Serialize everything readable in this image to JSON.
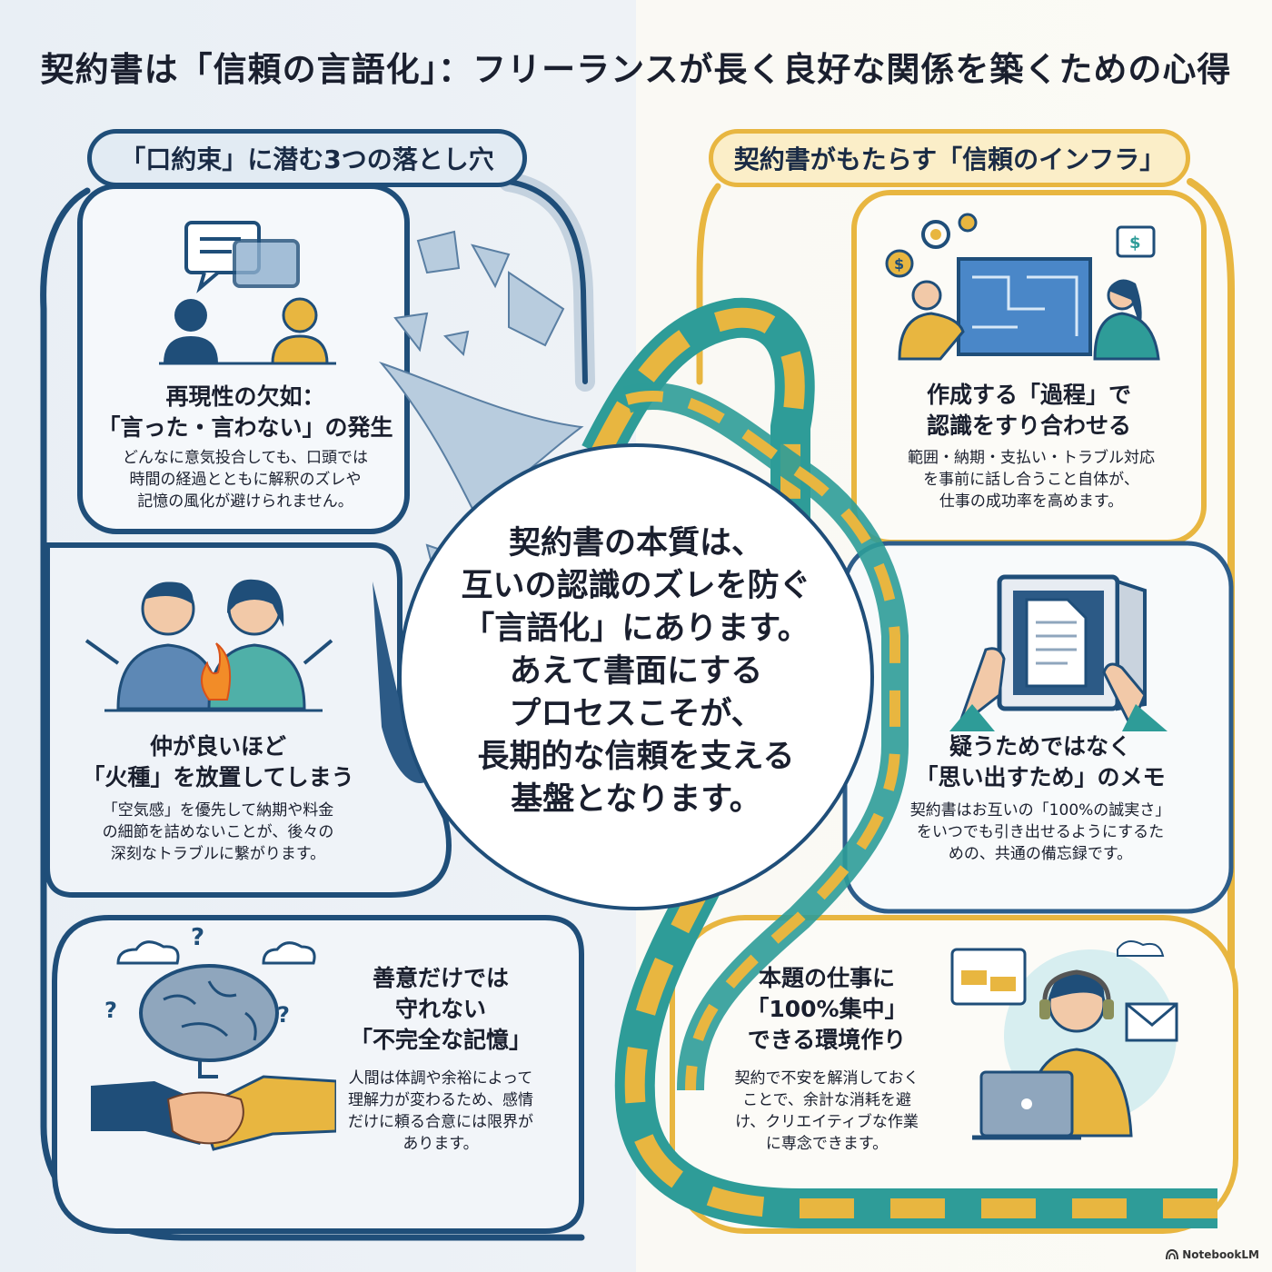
{
  "title": "契約書は「信頼の言語化」：フリーランスが長く良好な関係を築くための心得",
  "left": {
    "header": "「口約束」に潜む3つの落とし穴",
    "items": [
      {
        "title_l1": "再現性の欠如：",
        "title_l2": "「言った・言わない」の発生",
        "body": [
          "どんなに意気投合しても、口頭では",
          "時間の経過とともに解釈のズレや",
          "記憶の風化が避けられません。"
        ]
      },
      {
        "title_l1": "仲が良いほど",
        "title_l2": "「火種」を放置してしまう",
        "body": [
          "「空気感」を優先して納期や料金",
          "の細節を詰めないことが、後々の",
          "深刻なトラブルに繋がります。"
        ]
      },
      {
        "title_l1": "善意だけでは",
        "title_l2": "守れない",
        "title_l3": "「不完全な記憶」",
        "body": [
          "人間は体調や余裕によって",
          "理解力が変わるため、感情",
          "だけに頼る合意には限界が",
          "あります。"
        ]
      }
    ]
  },
  "right": {
    "header": "契約書がもたらす「信頼のインフラ」",
    "items": [
      {
        "title_l1": "作成する「過程」で",
        "title_l2": "認識をすり合わせる",
        "body": [
          "範囲・納期・支払い・トラブル対応",
          "を事前に話し合うこと自体が、",
          "仕事の成功率を高めます。"
        ]
      },
      {
        "title_l1": "疑うためではなく",
        "title_l2": "「思い出すため」のメモ",
        "body": [
          "契約書はお互いの「100%の誠実さ」",
          "をいつでも引き出せるようにするた",
          "めの、共通の備忘録です。"
        ]
      },
      {
        "title_l1": "本題の仕事に",
        "title_l2": "「100%集中」",
        "title_l3": "できる環境作り",
        "body": [
          "契約で不安を解消しておく",
          "ことで、余計な消耗を避",
          "け、クリエイティブな作業",
          "に専念できます。"
        ]
      }
    ]
  },
  "center": {
    "lines": [
      "契約書の本質は、",
      "互いの認識のズレを防ぐ",
      "「言語化」にあります。",
      "あえて書面にする",
      "プロセスこそが、",
      "長期的な信頼を支える",
      "基盤となります。"
    ]
  },
  "icons": {
    "left_1": "speech-bubble-cracking-icon",
    "left_2": "couple-with-fire-icon",
    "left_3": "brain-handshake-icon",
    "right_1": "team-blueprint-icon",
    "right_2": "tablet-vault-document-icon",
    "right_3": "focused-worker-laptop-icon"
  },
  "colors": {
    "navy": "#1f4e79",
    "gold": "#e8b640",
    "teal": "#2e9c98"
  },
  "brand": "NotebookLM"
}
